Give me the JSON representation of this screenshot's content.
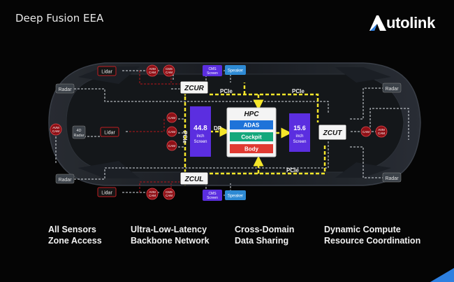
{
  "header": {
    "title": "Deep Fusion EEA",
    "logo_text": "utolink",
    "logo_letter": "A"
  },
  "diagram": {
    "hpc": {
      "title": "HPC",
      "modules": [
        "ADAS",
        "Cockpit",
        "Body"
      ]
    },
    "zones": {
      "zcur": "ZCUR",
      "zcul": "ZCUL",
      "zcut": "ZCUT"
    },
    "screen_left": {
      "size": "44.8",
      "unit": "inch",
      "label": "Screen"
    },
    "screen_right": {
      "size": "15.6",
      "unit": "inch",
      "label": "Screen"
    },
    "links": {
      "pcie": "PCIe",
      "dp": "DP"
    },
    "sensors": {
      "radar": "Radar",
      "lidar": "Lidar",
      "radar_4d_line1": "4D",
      "radar_4d_line2": "Radar",
      "cam": "CAM",
      "avm": "AVM",
      "cms": "CMS",
      "screen": "Screen",
      "speaker": "Speaker"
    }
  },
  "features": [
    [
      "All Sensors",
      "Zone Access"
    ],
    [
      "Ultra-Low-Latency",
      "Backbone Network"
    ],
    [
      "Cross-Domain",
      "Data Sharing"
    ],
    [
      "Dynamic Compute",
      "Resource Coordination"
    ]
  ],
  "colors": {
    "background": "#050505",
    "zone_screen": "#5b2ee0",
    "adas": "#1e73d9",
    "cockpit": "#14a87c",
    "body": "#e03a32",
    "backbone": "#f5e62a",
    "sensor_red": "#b8141a",
    "speaker": "#2e8ad4",
    "accent": "#2d7fe0"
  }
}
